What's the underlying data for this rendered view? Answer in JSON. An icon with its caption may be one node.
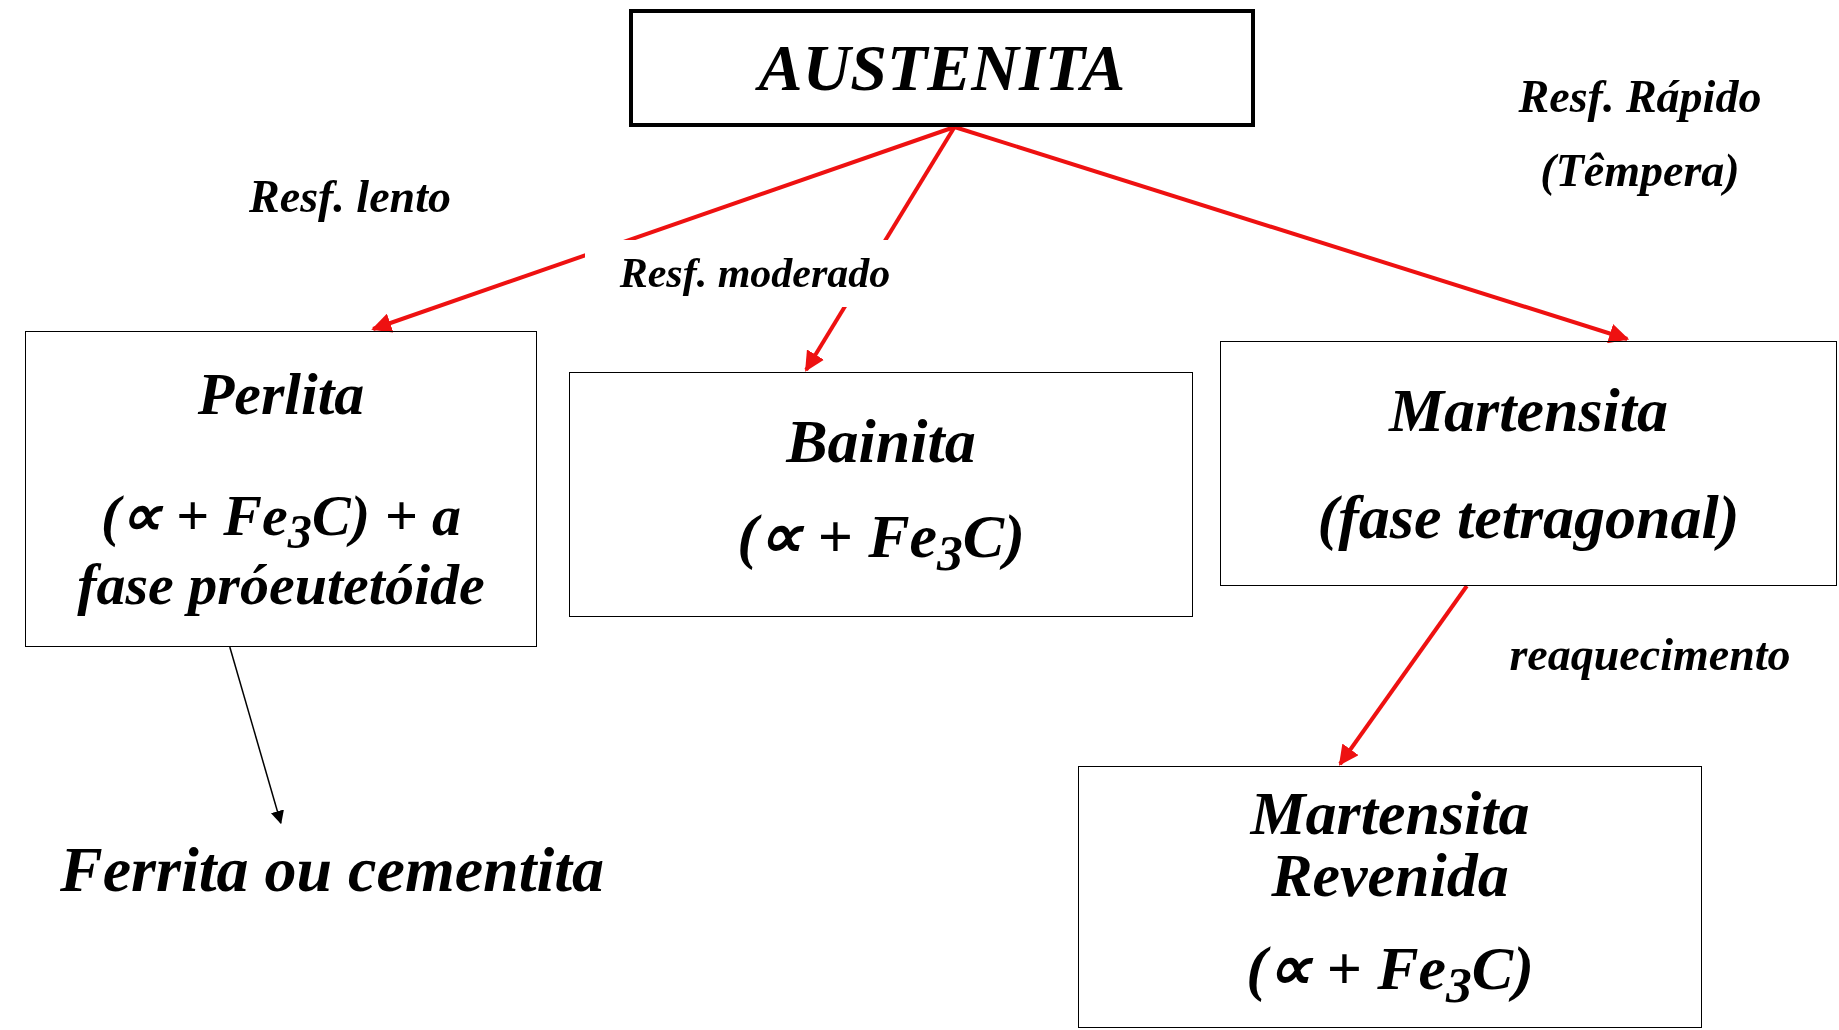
{
  "diagram": {
    "nodes": [
      {
        "text": [
          "AUSTENITA"
        ]
      },
      {
        "text": [
          "Perlita",
          "(∝ + Fe$_{3}$C) + a fase próeutetóide"
        ]
      },
      {
        "text": [
          "Bainita",
          "(∝ + Fe$_{3}$C)"
        ]
      },
      {
        "text": [
          "Martensita",
          "(fase tetragonal)"
        ]
      },
      {
        "text": [
          "Martensita Revenida",
          "(∝ + Fe$_{3}$C)"
        ]
      },
      {
        "text": [
          "Ferrita ou cementita"
        ]
      }
    ],
    "edges": [
      {
        "from": 0,
        "to": 1,
        "arrow": "to",
        "label": "Resf. lento"
      },
      {
        "from": 0,
        "to": 2,
        "arrow": "to",
        "label": "Resf. moderado"
      },
      {
        "from": 0,
        "to": 3,
        "arrow": "to",
        "label": "Resf. Rápido (Têmpera)"
      },
      {
        "from": 1,
        "to": 5,
        "arrow": "to",
        "color": "#000000"
      },
      {
        "from": 3,
        "to": 4,
        "arrow": "to",
        "label": "reaquecimento"
      }
    ]
  }
}
